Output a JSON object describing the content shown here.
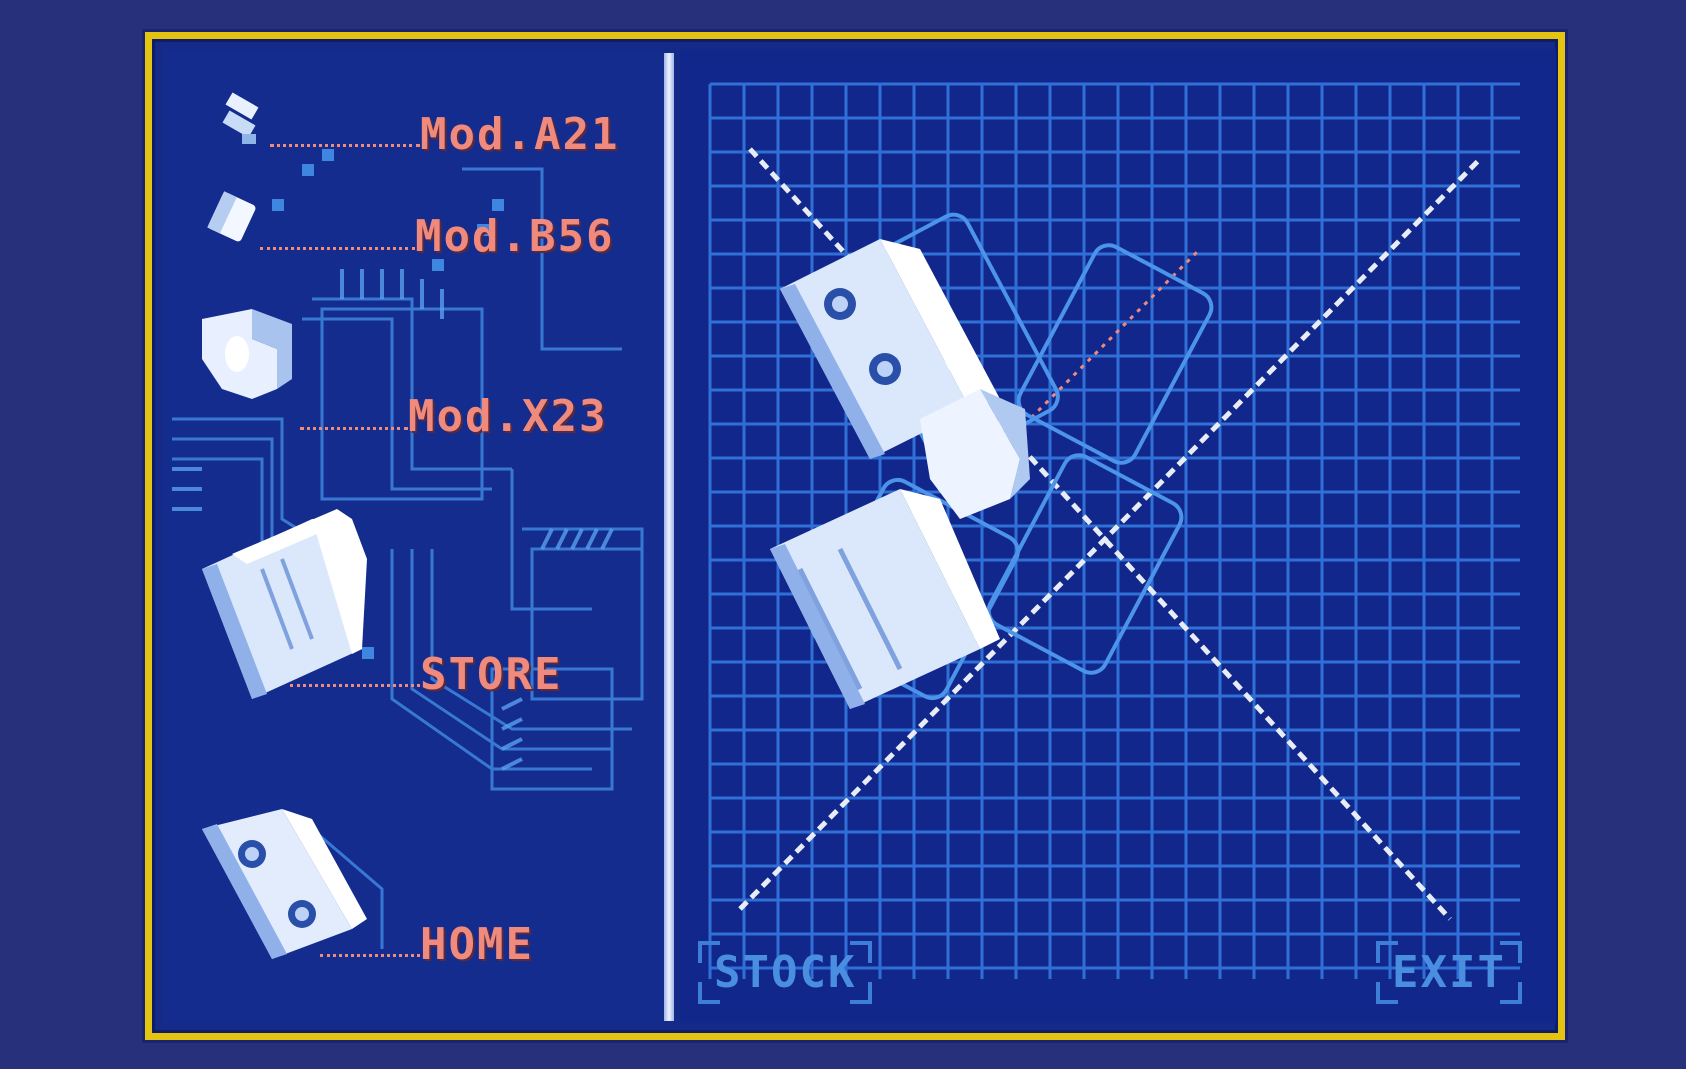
{
  "menu": {
    "items": [
      {
        "id": "mod-a21",
        "label": "Mod.A21"
      },
      {
        "id": "mod-b56",
        "label": "Mod.B56"
      },
      {
        "id": "mod-x23",
        "label": "Mod.X23"
      },
      {
        "id": "store",
        "label": "STORE"
      },
      {
        "id": "home",
        "label": "HOME"
      }
    ]
  },
  "buttons": {
    "stock": "STOCK",
    "exit": "EXIT"
  },
  "colors": {
    "background": "#27307a",
    "frame_border": "#e4c313",
    "panel": "#132c8e",
    "grid_line": "#2f6fd6",
    "label_text": "#f08a7c",
    "button_text": "#4a8ee0",
    "axis_line": "#e8ecf4"
  }
}
